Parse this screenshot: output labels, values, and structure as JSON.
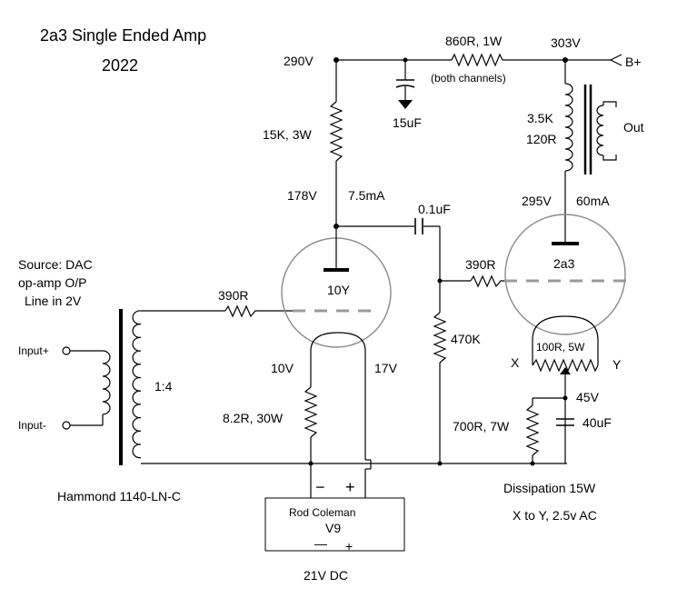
{
  "title": {
    "line1": "2a3 Single Ended Amp",
    "line2": "2022"
  },
  "labels": {
    "v290": "290V",
    "r_860": "860R, 1W",
    "both_channels": "(both channels)",
    "v303": "303V",
    "b_plus": "B+",
    "c_15uf": "15uF",
    "r_15k": "15K, 3W",
    "xfmr_z": "3.5K",
    "xfmr_dcr": "120R",
    "out": "Out",
    "v178": "178V",
    "i_75ma": "7.5mA",
    "c_01uf": "0.1uF",
    "v295": "295V",
    "i_60ma": "60mA",
    "source_1": "Source: DAC",
    "source_2": "op-amp O/P",
    "source_3": "Line in 2V",
    "r_390_in": "390R",
    "tube_10y": "10Y",
    "r_390_out": "390R",
    "tube_2a3": "2a3",
    "input_plus": "Input+",
    "input_minus": "Input-",
    "ratio": "1:4",
    "r_470k": "470K",
    "hum_pot": "100R, 5W",
    "x_label": "X",
    "y_label": "Y",
    "v10": "10V",
    "v17": "17V",
    "r_8_2": "8.2R, 30W",
    "v45": "45V",
    "r_700": "700R, 7W",
    "c_40uf": "40uF",
    "hammond": "Hammond 1140-LN-C",
    "supply_minus": "−",
    "supply_plus": "+",
    "supply_name": "Rod Coleman",
    "supply_model": "V9",
    "supply_minus_2": "—",
    "supply_plus_2": "+",
    "dissipation": "Dissipation  15W",
    "x_to_y": "X to Y, 2.5v AC",
    "v21dc": "21V DC"
  }
}
